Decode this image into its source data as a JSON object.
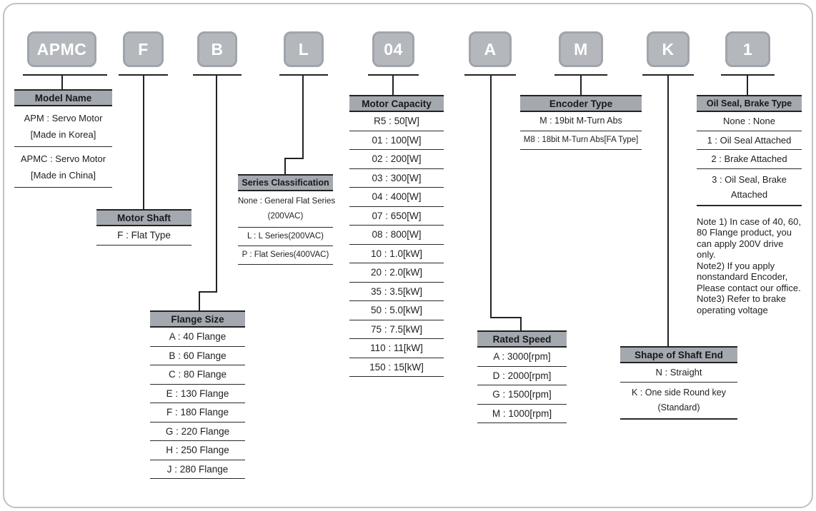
{
  "colors": {
    "code_box_fill": "#b4b8bd",
    "code_box_border": "#a0a5ab",
    "header_fill": "#a4a9af",
    "line": "#222222"
  },
  "code_boxes": [
    {
      "label": "APMC"
    },
    {
      "label": "F"
    },
    {
      "label": "B"
    },
    {
      "label": "L"
    },
    {
      "label": "04"
    },
    {
      "label": "A"
    },
    {
      "label": "M"
    },
    {
      "label": "K"
    },
    {
      "label": "1"
    }
  ],
  "sections": {
    "model_name": {
      "title": "Model Name",
      "items": [
        [
          "APM : Servo Motor",
          "[Made in Korea]"
        ],
        [
          "APMC : Servo Motor",
          "[Made in China]"
        ]
      ]
    },
    "motor_shaft": {
      "title": "Motor Shaft",
      "items": [
        "F : Flat Type"
      ]
    },
    "flange_size": {
      "title": "Flange Size",
      "items": [
        "A : 40 Flange",
        "B : 60 Flange",
        "C : 80 Flange",
        "E : 130 Flange",
        "F : 180 Flange",
        "G : 220 Flange",
        "H : 250 Flange",
        "J : 280 Flange"
      ]
    },
    "series_classification": {
      "title": "Series Classification",
      "items": [
        [
          "None : General Flat Series",
          "(200VAC)"
        ],
        "L : L Series(200VAC)",
        "P : Flat Series(400VAC)"
      ]
    },
    "motor_capacity": {
      "title": "Motor Capacity",
      "items": [
        "R5 : 50[W]",
        "01 : 100[W]",
        "02 : 200[W]",
        "03 : 300[W]",
        "04 : 400[W]",
        "07 : 650[W]",
        "08 : 800[W]",
        "10 : 1.0[kW]",
        "20 : 2.0[kW]",
        "35 : 3.5[kW]",
        "50 : 5.0[kW]",
        "75 : 7.5[kW]",
        "110 : 11[kW]",
        "150 : 15[kW]"
      ]
    },
    "rated_speed": {
      "title": "Rated Speed",
      "items": [
        "A : 3000[rpm]",
        "D : 2000[rpm]",
        "G : 1500[rpm]",
        "M : 1000[rpm]"
      ]
    },
    "encoder_type": {
      "title": "Encoder Type",
      "items": [
        "M : 19bit M-Turn Abs",
        "M8 : 18bit M-Turn Abs[FA Type]"
      ]
    },
    "shaft_end": {
      "title": "Shape of Shaft End",
      "items": [
        "N : Straight",
        [
          "K : One side Round key",
          "(Standard)"
        ]
      ]
    },
    "oil_seal_brake": {
      "title": "Oil Seal, Brake Type",
      "items": [
        "None : None",
        "1 : Oil Seal Attached",
        "2 : Brake Attached",
        [
          "3 : Oil Seal, Brake",
          "Attached"
        ]
      ],
      "notes": [
        "Note 1) In case of 40, 60, 80 Flange product, you can apply 200V drive only.",
        "Note2) If you apply nonstandard Encoder, Please contact our office.",
        "Note3) Refer to brake operating voltage"
      ]
    }
  }
}
